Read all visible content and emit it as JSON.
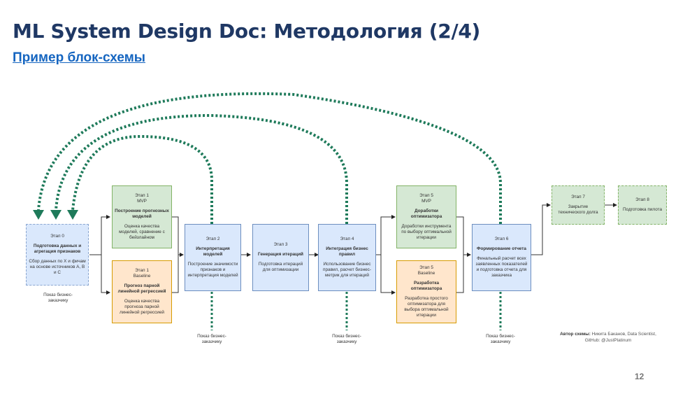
{
  "slide": {
    "title": "ML System Design Doc: Методология (2/4)",
    "subtitle": "Пример блок-схемы",
    "page_number": "12"
  },
  "diagram": {
    "stages": {
      "s0": {
        "stage": "Этап 0",
        "name": "Подготовка данных и агрегация признаков",
        "desc": "Сбор данных по X и фичам на основе источников А, В и С"
      },
      "s1mvp": {
        "stage": "Этап 1",
        "variant": "MVP",
        "name": "Построение прогнозных моделей",
        "desc": "Оценка качества моделей, сравнение с бейзлайном"
      },
      "s1base": {
        "stage": "Этап 1",
        "variant": "Baseline",
        "name": "Прогноз парной линейной регрессией",
        "desc": "Оценка качества прогноза парной линейной регрессией"
      },
      "s2": {
        "stage": "Этап 2",
        "name": "Интерпретация моделей",
        "desc": "Построение значимости признаков и интерпретация моделей"
      },
      "s3": {
        "stage": "Этап 3",
        "name": "Генерация итераций",
        "desc": "Подготовка итераций для оптимизации"
      },
      "s4": {
        "stage": "Этап 4",
        "name": "Интеграция бизнес правил",
        "desc": "Использование бизнес правил, расчет бизнес-метрик для итераций"
      },
      "s5mvp": {
        "stage": "Этап 5",
        "variant": "MVP",
        "name": "Доработки оптимизатора",
        "desc": "Доработки инструмента по выбору оптимальной итерации"
      },
      "s5base": {
        "stage": "Этап 5",
        "variant": "Baseline",
        "name": "Разработка оптимизатора",
        "desc": "Разработка простого оптимизатора для выбора оптимальной итерации"
      },
      "s6": {
        "stage": "Этап 6",
        "name": "Формирование отчета",
        "desc": "Финальный расчет всех заявленных показателей и подготовка отчета для заказчика"
      },
      "s7": {
        "stage": "Этап 7",
        "name": "Закрытие технического долга"
      },
      "s8": {
        "stage": "Этап 8",
        "name": "Подготовка пилота"
      }
    },
    "show_label": "Показ бизнес-заказчику",
    "author_label": "Автор схемы:",
    "author_text": "Никита Баканов, Data Scientist, GitHub: @JustPlatinum",
    "colors": {
      "feedback": "#1e7a5a",
      "blue_fill": "#dae8fc",
      "green_fill": "#d5e8d4",
      "orange_fill": "#ffe6cc"
    }
  }
}
